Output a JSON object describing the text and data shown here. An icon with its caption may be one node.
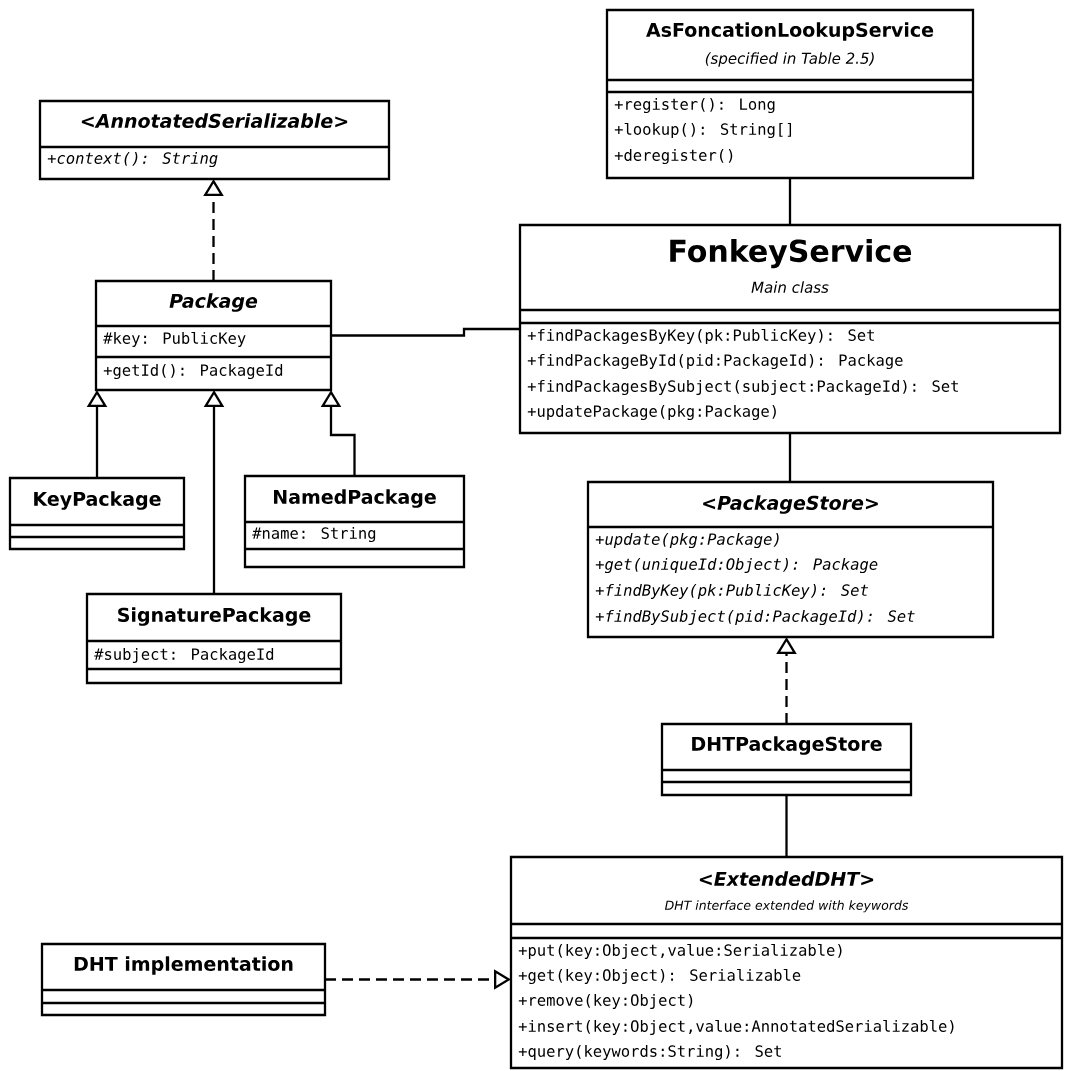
{
  "diagram": {
    "nodes": [
      {
        "text": [
          "AsFoncationLookupService",
          "(specified in Table 2.5)",
          "+register(): Long",
          "+lookup(): String[]",
          "+deregister()"
        ]
      },
      {
        "text": [
          "<AnnotatedSerializable>",
          "+context(): String"
        ]
      },
      {
        "text": [
          "FonkeyService",
          "Main class",
          "+findPackagesByKey(pk:PublicKey): Set",
          "+findPackageById(pid:PackageId): Package",
          "+findPackagesBySubject(subject:PackageId): Set",
          "+updatePackage(pkg:Package)"
        ]
      },
      {
        "text": [
          "Package",
          "#key: PublicKey",
          "+getId(): PackageId"
        ]
      },
      {
        "text": [
          "<PackageStore>",
          "+update(pkg:Package)",
          "+get(uniqueId:Object): Package",
          "+findByKey(pk:PublicKey): Set",
          "+findBySubject(pid:PackageId): Set"
        ]
      },
      {
        "text": [
          "KeyPackage"
        ]
      },
      {
        "text": [
          "NamedPackage",
          "#name: String"
        ]
      },
      {
        "text": [
          "SignaturePackage",
          "#subject: PackageId"
        ]
      },
      {
        "text": [
          "DHTPackageStore"
        ]
      },
      {
        "text": [
          "<ExtendedDHT>",
          "DHT interface extended with keywords",
          "+put(key:Object,value:Serializable)",
          "+get(key:Object): Serializable",
          "+remove(key:Object)",
          "+insert(key:Object,value:AnnotatedSerializable)",
          "+query(keywords:String): Set"
        ]
      },
      {
        "text": [
          "DHT implementation"
        ]
      }
    ],
    "edges": [
      {
        "from": 3,
        "to": 1,
        "arrow": "to",
        "style": "dashed"
      },
      {
        "from": 5,
        "to": 3,
        "arrow": "to"
      },
      {
        "from": 7,
        "to": 3,
        "arrow": "to"
      },
      {
        "from": 6,
        "to": 3,
        "arrow": "to"
      },
      {
        "from": 3,
        "to": 2,
        "arrow": "none"
      },
      {
        "from": 0,
        "to": 2,
        "arrow": "none"
      },
      {
        "from": 2,
        "to": 4,
        "arrow": "none"
      },
      {
        "from": 8,
        "to": 4,
        "arrow": "to",
        "style": "dashed"
      },
      {
        "from": 8,
        "to": 9,
        "arrow": "none"
      },
      {
        "from": 10,
        "to": 9,
        "arrow": "to",
        "style": "dashed"
      }
    ]
  }
}
